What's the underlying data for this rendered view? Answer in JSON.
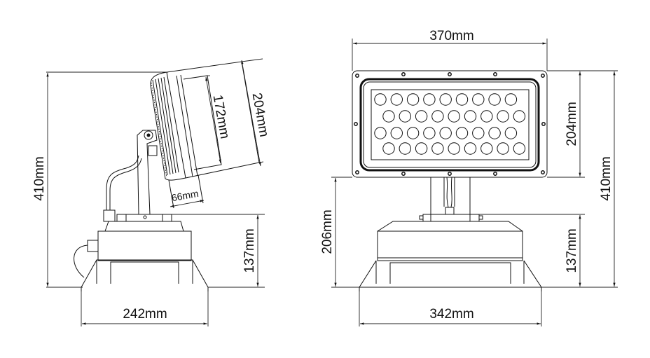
{
  "side_view": {
    "total_height": "410mm",
    "lamp_height": "204mm",
    "lens_height": "172mm",
    "lamp_depth": "66mm",
    "base_height": "137mm",
    "base_width": "242mm"
  },
  "front_view": {
    "lamp_width": "370mm",
    "lamp_height": "204mm",
    "stand_height": "206mm",
    "base_height": "137mm",
    "total_height": "410mm",
    "base_width": "342mm",
    "led_rows": [
      9,
      9,
      9,
      9
    ]
  }
}
